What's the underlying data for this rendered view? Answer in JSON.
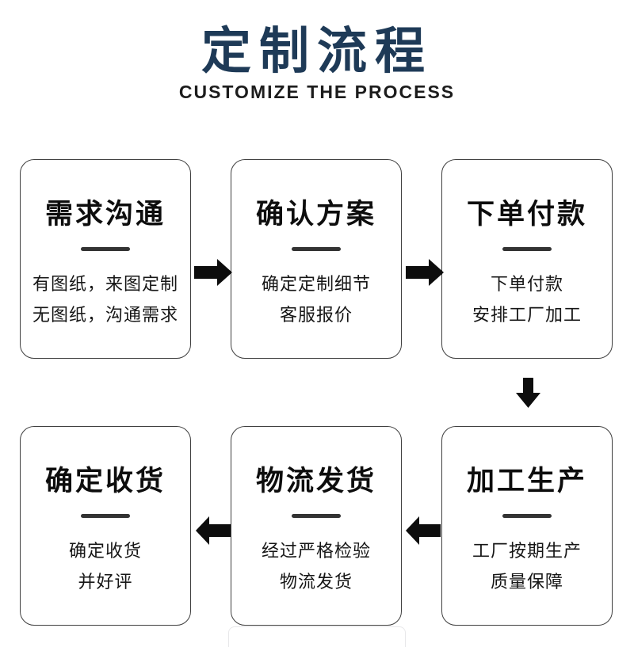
{
  "header": {
    "title": "定制流程",
    "subtitle": "CUSTOMIZE THE PROCESS",
    "title_color": "#1e3a57"
  },
  "steps": [
    {
      "title": "需求沟通",
      "line1": "有图纸，来图定制",
      "line2": "无图纸，沟通需求"
    },
    {
      "title": "确认方案",
      "line1": "确定定制细节",
      "line2": "客服报价"
    },
    {
      "title": "下单付款",
      "line1": "下单付款",
      "line2": "安排工厂加工"
    },
    {
      "title": "加工生产",
      "line1": "工厂按期生产",
      "line2": "质量保障"
    },
    {
      "title": "物流发货",
      "line1": "经过严格检验",
      "line2": "物流发货"
    },
    {
      "title": "确定收货",
      "line1": "确定收货",
      "line2": "并好评"
    }
  ],
  "arrows": {
    "color": "#0d0d0d",
    "sequence": [
      "right",
      "right",
      "down",
      "left",
      "left"
    ],
    "icons": [
      "arrow-right-icon",
      "arrow-right-icon",
      "arrow-down-icon",
      "arrow-left-icon",
      "arrow-left-icon"
    ]
  }
}
